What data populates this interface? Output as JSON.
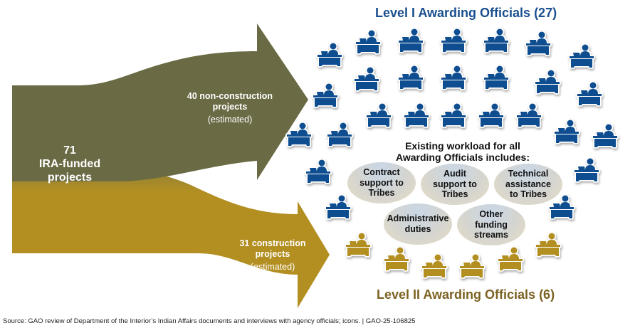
{
  "figure": {
    "total": {
      "count": "71",
      "label_line1": "IRA-funded",
      "label_line2": "projects"
    },
    "flows": [
      {
        "id": "non-construction",
        "line1": "40 non-construction",
        "line2": "projects",
        "note": "(estimated)",
        "value": 40,
        "color": "#0e4d8f"
      },
      {
        "id": "construction",
        "line1": "31 construction",
        "line2": "projects",
        "note": "(estimated)",
        "value": 31,
        "color": "#b38f22"
      }
    ],
    "level1": {
      "title": "Level I Awarding Officials (27)",
      "count": 27,
      "color": "#0e4d8f"
    },
    "level2": {
      "title": "Level II Awarding Officials (6)",
      "count": 6,
      "color": "#b38f22"
    },
    "workload": {
      "heading_line1": "Existing workload for all",
      "heading_line2": "Awarding Officials includes:",
      "items": [
        {
          "line1": "Contract",
          "line2": "support to",
          "line3": "Tribes"
        },
        {
          "line1": "Audit",
          "line2": "support to",
          "line3": "Tribes"
        },
        {
          "line1": "Technical",
          "line2": "assistance",
          "line3": "to Tribes"
        },
        {
          "line1": "Administrative",
          "line2": "duties",
          "line3": ""
        },
        {
          "line1": "Other",
          "line2": "funding",
          "line3": "streams"
        }
      ]
    },
    "icons": {
      "official": "person-at-desk-icon"
    }
  },
  "source": "Source: GAO review of Department of the Interior’s Indian Affairs documents and interviews with agency officials; icons.  |  GAO-25-106825"
}
